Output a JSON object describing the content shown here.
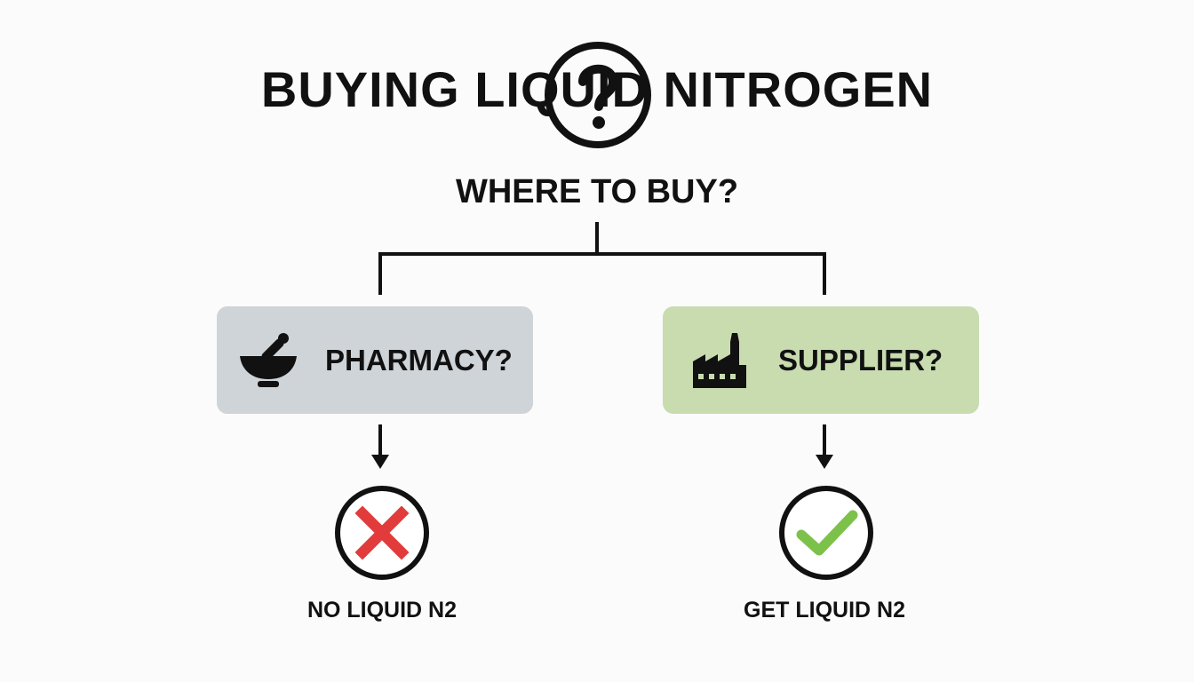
{
  "title": "BUYING LIQUID NITROGEN",
  "subtitle": "WHERE TO BUY?",
  "options": {
    "pharmacy": {
      "label": "PHARMACY?",
      "icon": "mortar-pestle-icon",
      "color": "#cfd4d8"
    },
    "supplier": {
      "label": "SUPPLIER?",
      "icon": "factory-icon",
      "color": "#c8dcaf"
    }
  },
  "results": {
    "pharmacy": {
      "label": "NO LIQUID N2",
      "icon": "cross-icon",
      "color": "#e23b3b"
    },
    "supplier": {
      "label": "GET LIQUID N2",
      "icon": "check-icon",
      "color": "#7cc24a"
    }
  },
  "colors": {
    "line": "#111111",
    "background": "#fbfbfb"
  }
}
